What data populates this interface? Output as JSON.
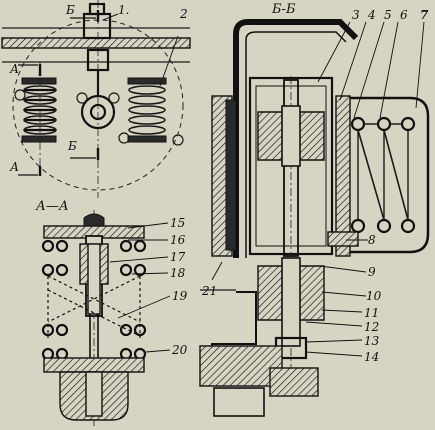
{
  "sections": {
    "aa": "А—А",
    "bb": "Б-Б",
    "a_top": "А",
    "a_bottom": "А",
    "b_top": "Б",
    "b_bottom": "Б"
  },
  "callouts": [
    "1.",
    "2",
    "3",
    "4",
    "5",
    "6",
    "7",
    "8",
    "9",
    "10",
    "11",
    "12",
    "13",
    "14",
    "15",
    "16",
    "17",
    "18",
    "19",
    "20",
    "21"
  ]
}
